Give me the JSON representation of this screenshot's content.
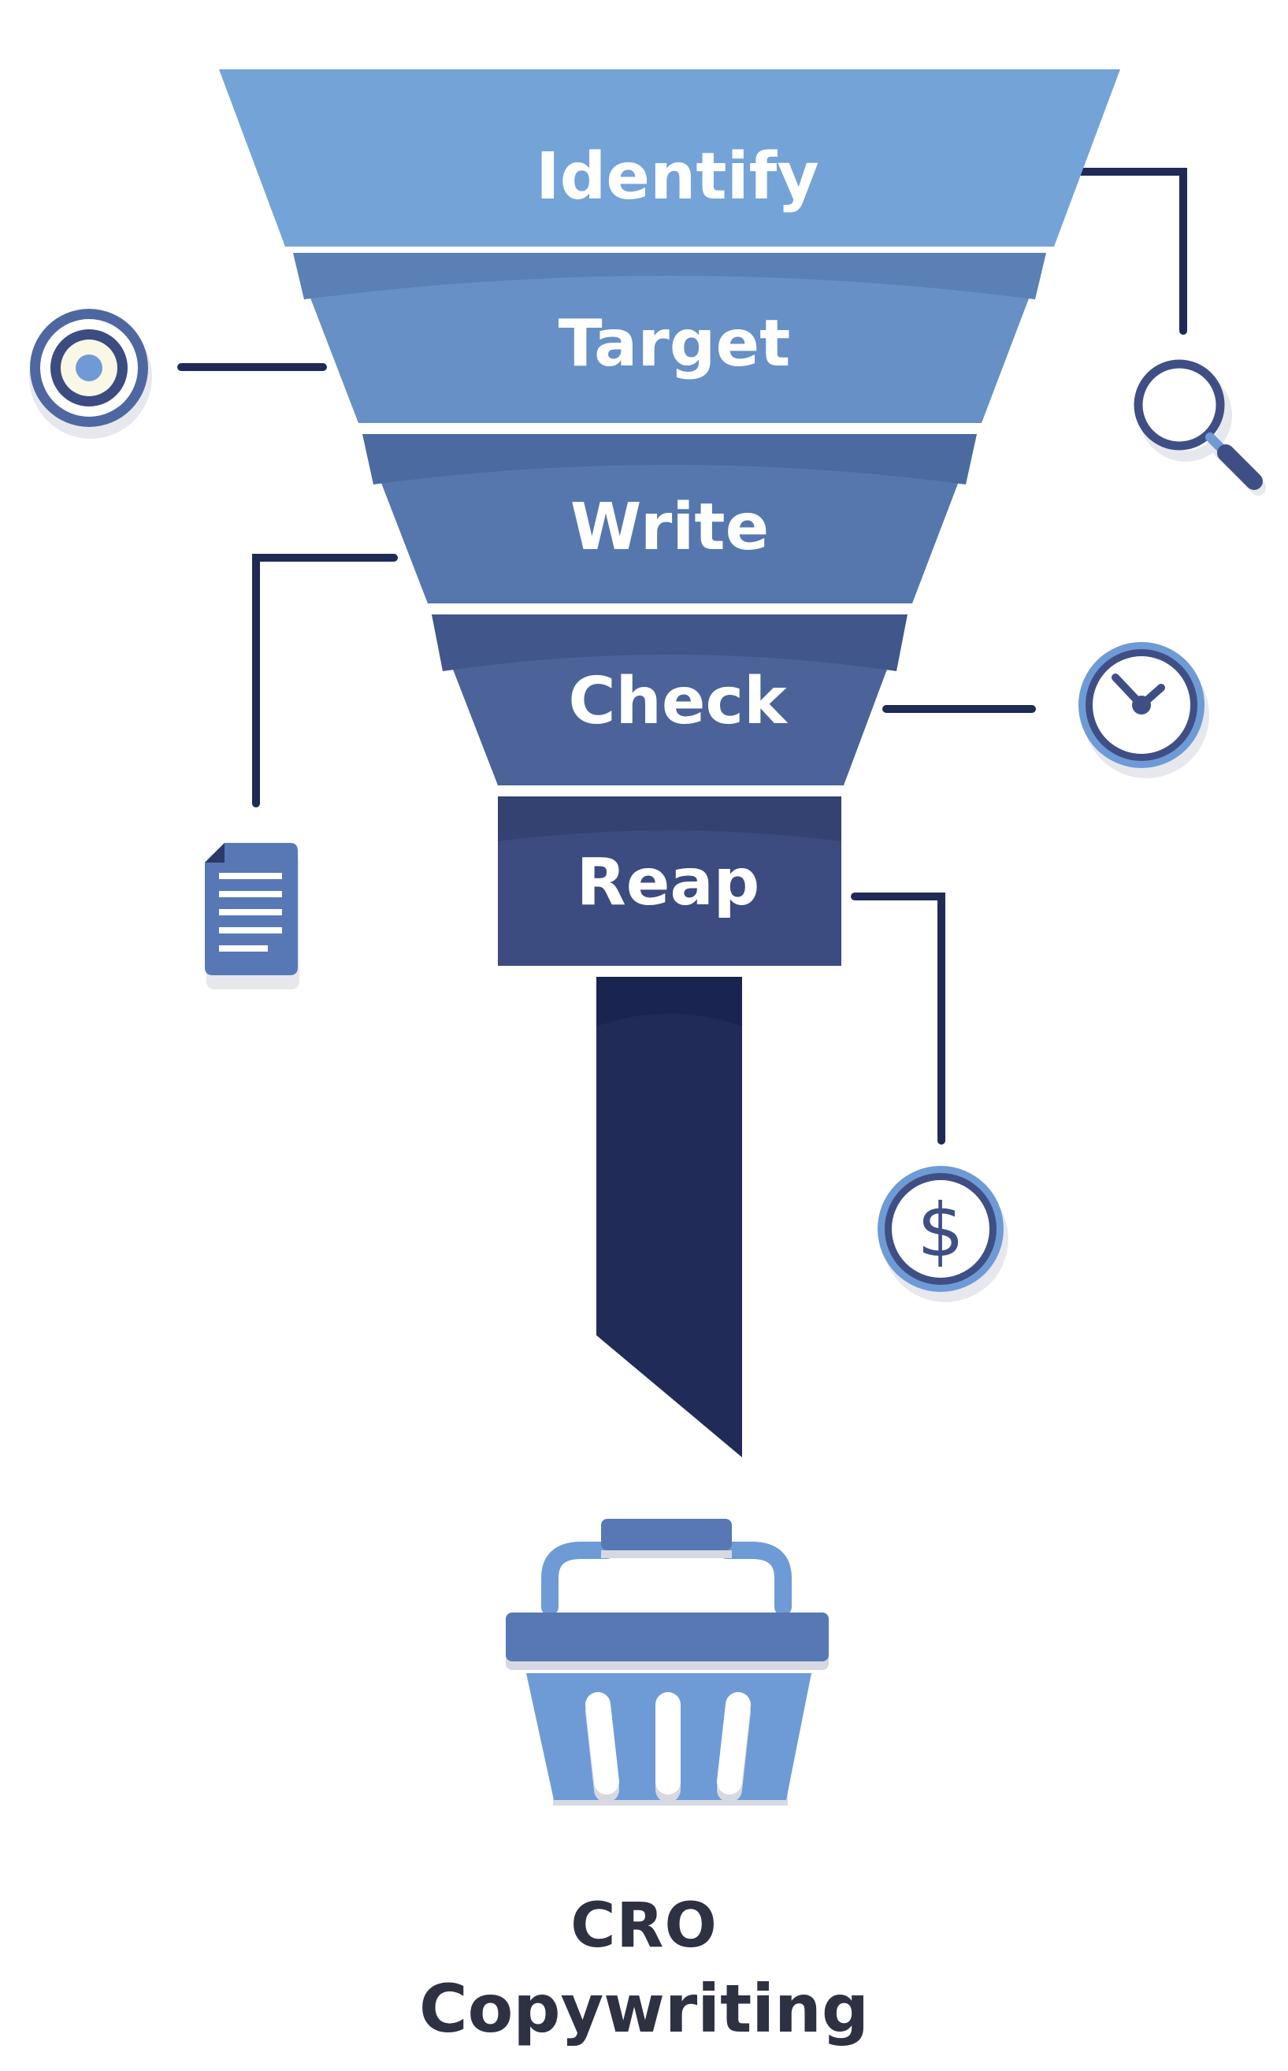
{
  "funnel": {
    "stages": [
      {
        "label": "Identify",
        "color": "#74a3d8"
      },
      {
        "label": "Target",
        "color": "#6690c6"
      },
      {
        "label": "Write",
        "color": "#5677ae"
      },
      {
        "label": "Check",
        "color": "#4b6399"
      },
      {
        "label": "Reap",
        "color": "#3c4b80"
      }
    ],
    "spout_color": "#202b58",
    "connector_color": "#1f2a56"
  },
  "icons": {
    "identify": "magnifier-icon",
    "target": "target-icon",
    "write": "document-icon",
    "check": "clock-icon",
    "reap": "dollar-coin-icon",
    "result": "shopping-basket-icon"
  },
  "dollar_symbol": "$",
  "caption": {
    "line1": "CRO",
    "line2": "Copywriting"
  }
}
